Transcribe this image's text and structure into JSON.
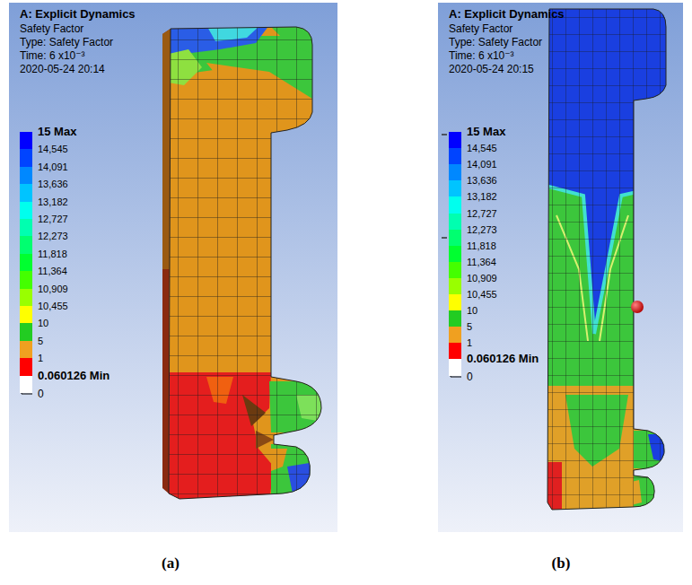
{
  "diagram": {
    "labels": [
      "A: Explicit Dynamics",
      "Safety Factor",
      "Type: Safety Factor",
      "Time: 6 x10⁻³",
      "2020-05-24 20:14",
      "0",
      "(a)",
      "A: Explicit Dynamics",
      "Safety Factor",
      "Type: Safety Factor",
      "Time: 6 x10⁻³",
      "2020-05-24 20:15",
      "0",
      "(b)"
    ],
    "legend": [
      {
        "text": "15 Max",
        "color": "#0000ff"
      },
      {
        "text": "14,545",
        "color": "#0044ff"
      },
      {
        "text": "14,091",
        "color": "#0088ff"
      },
      {
        "text": "13,636",
        "color": "#00c4ff"
      },
      {
        "text": "13,182",
        "color": "#00ffee"
      },
      {
        "text": "12,727",
        "color": "#00ffb0"
      },
      {
        "text": "12,273",
        "color": "#00ff70"
      },
      {
        "text": "11,818",
        "color": "#00ff30"
      },
      {
        "text": "11,364",
        "color": "#44ff00"
      },
      {
        "text": "10,909",
        "color": "#99ff00"
      },
      {
        "text": "10,455",
        "color": "#ffff00"
      },
      {
        "text": "10",
        "color": "#22cc22"
      },
      {
        "text": "5",
        "color": "#f0a020"
      },
      {
        "text": "1",
        "color": "#ff0000"
      },
      {
        "text": "0.060126 Min",
        "color": "#ffffff"
      },
      {
        "text": "15 Max",
        "color": "#0000ff"
      },
      {
        "text": "14,545",
        "color": "#0044ff"
      },
      {
        "text": "14,091",
        "color": "#0088ff"
      },
      {
        "text": "13,636",
        "color": "#00c4ff"
      },
      {
        "text": "13,182",
        "color": "#00ffee"
      },
      {
        "text": "12,727",
        "color": "#00ffb0"
      },
      {
        "text": "12,273",
        "color": "#00ff70"
      },
      {
        "text": "11,818",
        "color": "#00ff30"
      },
      {
        "text": "11,364",
        "color": "#44ff00"
      },
      {
        "text": "10,909",
        "color": "#99ff00"
      },
      {
        "text": "10,455",
        "color": "#ffff00"
      },
      {
        "text": "10",
        "color": "#22cc22"
      },
      {
        "text": "5",
        "color": "#f0a020"
      },
      {
        "text": "1",
        "color": "#ff0000"
      },
      {
        "text": "0.060126 Min",
        "color": "#ffffff"
      }
    ]
  }
}
